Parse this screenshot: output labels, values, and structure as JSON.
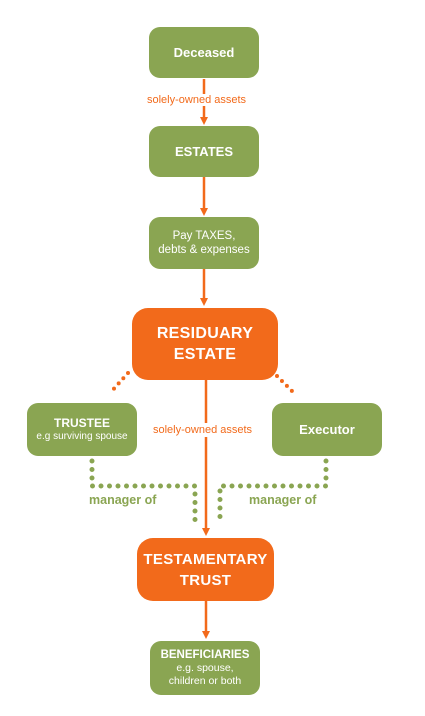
{
  "nodes": {
    "deceased": "Deceased",
    "estates": "ESTATES",
    "pay_line1": "Pay TAXES,",
    "pay_line2": "debts & expenses",
    "residuary_line1": "RESIDUARY",
    "residuary_line2": "ESTATE",
    "trustee_title": "TRUSTEE",
    "trustee_sub": "e.g surviving spouse",
    "executor": "Executor",
    "testamentary_line1": "TESTAMENTARY",
    "testamentary_line2": "TRUST",
    "beneficiaries_title": "BENEFICIARIES",
    "beneficiaries_line2": "e.g. spouse,",
    "beneficiaries_line3": "children or both"
  },
  "edges": {
    "label_top": "solely-owned assets",
    "label_middle": "solely-owned assets",
    "manager_left": "manager of",
    "manager_right": "manager of"
  },
  "colors": {
    "green": "#8aa552",
    "orange": "#f26a1b"
  }
}
